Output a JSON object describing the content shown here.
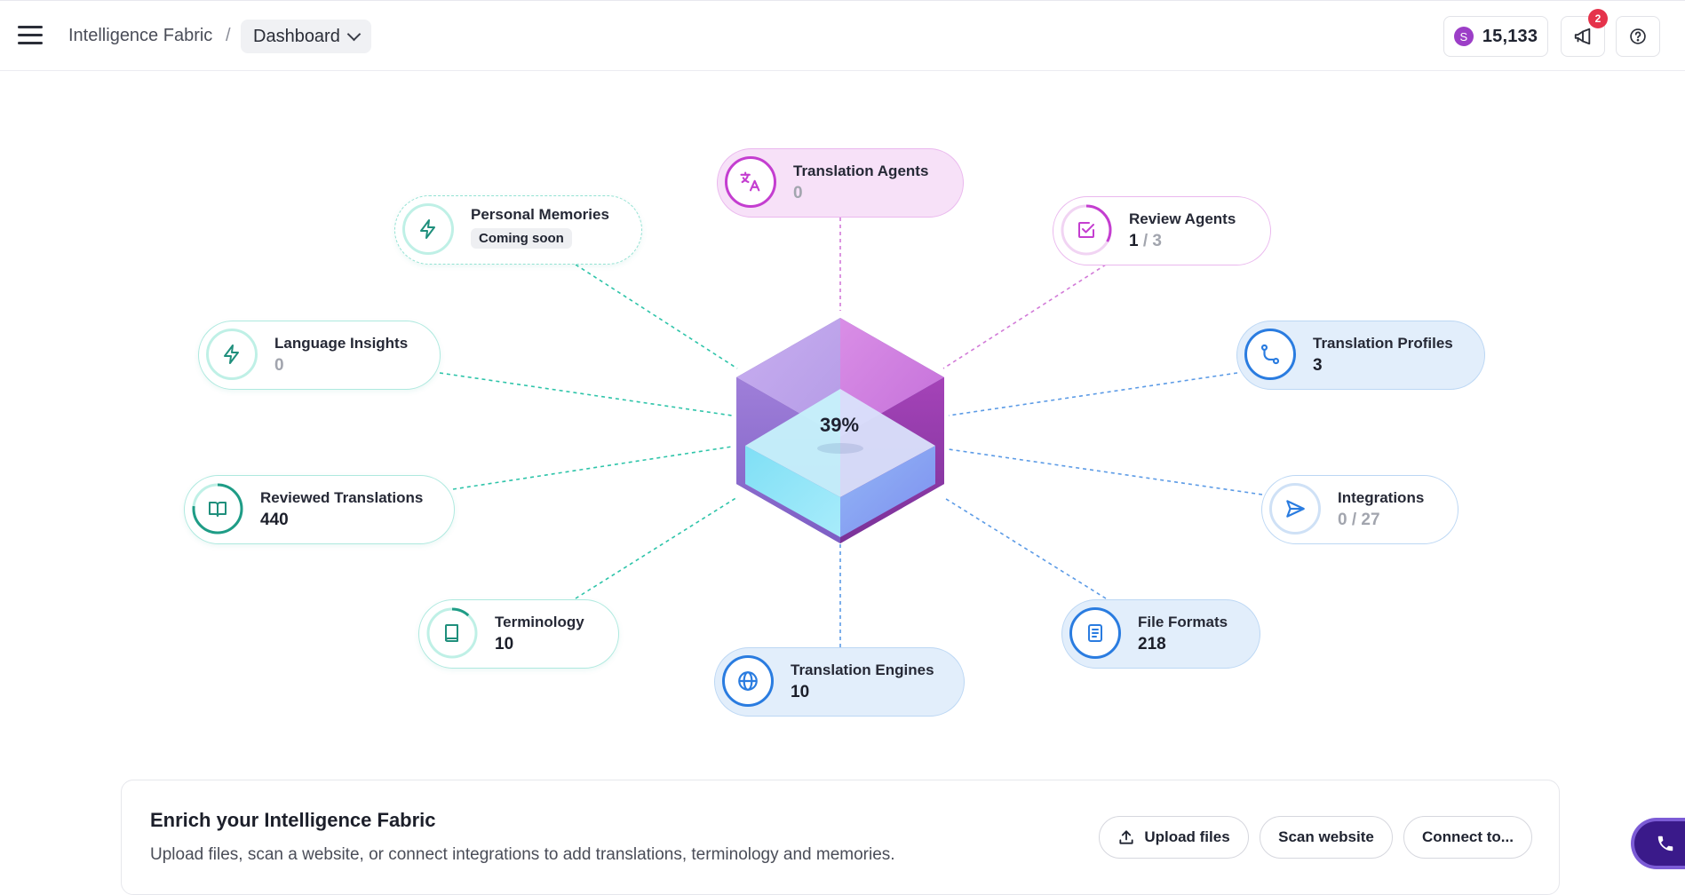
{
  "header": {
    "breadcrumb_root": "Intelligence Fabric",
    "breadcrumb_separator": "/",
    "breadcrumb_current": "Dashboard",
    "credits_badge_letter": "S",
    "credits_value": "15,133",
    "notification_count": "2"
  },
  "fabric": {
    "core_percent": "39%",
    "nodes": {
      "translation_agents": {
        "label": "Translation Agents",
        "value": "0"
      },
      "review_agents": {
        "label": "Review Agents",
        "value": "1",
        "value_sep": "/",
        "value_total": "3"
      },
      "translation_profiles": {
        "label": "Translation Profiles",
        "value": "3"
      },
      "integrations": {
        "label": "Integrations",
        "value": "0",
        "value_sep": "/",
        "value_total": "27"
      },
      "file_formats": {
        "label": "File Formats",
        "value": "218"
      },
      "translation_engines": {
        "label": "Translation Engines",
        "value": "10"
      },
      "terminology": {
        "label": "Terminology",
        "value": "10"
      },
      "reviewed_translations": {
        "label": "Reviewed Translations",
        "value": "440"
      },
      "language_insights": {
        "label": "Language Insights",
        "value": "0"
      },
      "personal_memories": {
        "label": "Personal Memories",
        "status": "Coming soon"
      }
    }
  },
  "enrich": {
    "title": "Enrich your Intelligence Fabric",
    "subtitle": "Upload files, scan a website, or connect integrations to add translations, terminology and memories.",
    "upload_label": "Upload files",
    "scan_label": "Scan website",
    "connect_label": "Connect to..."
  },
  "colors": {
    "teal": "#2ec4a9",
    "pink": "#c43ed0",
    "blue": "#2a7ce0",
    "credit": "#9c3ec7",
    "badge": "#e5334b"
  }
}
